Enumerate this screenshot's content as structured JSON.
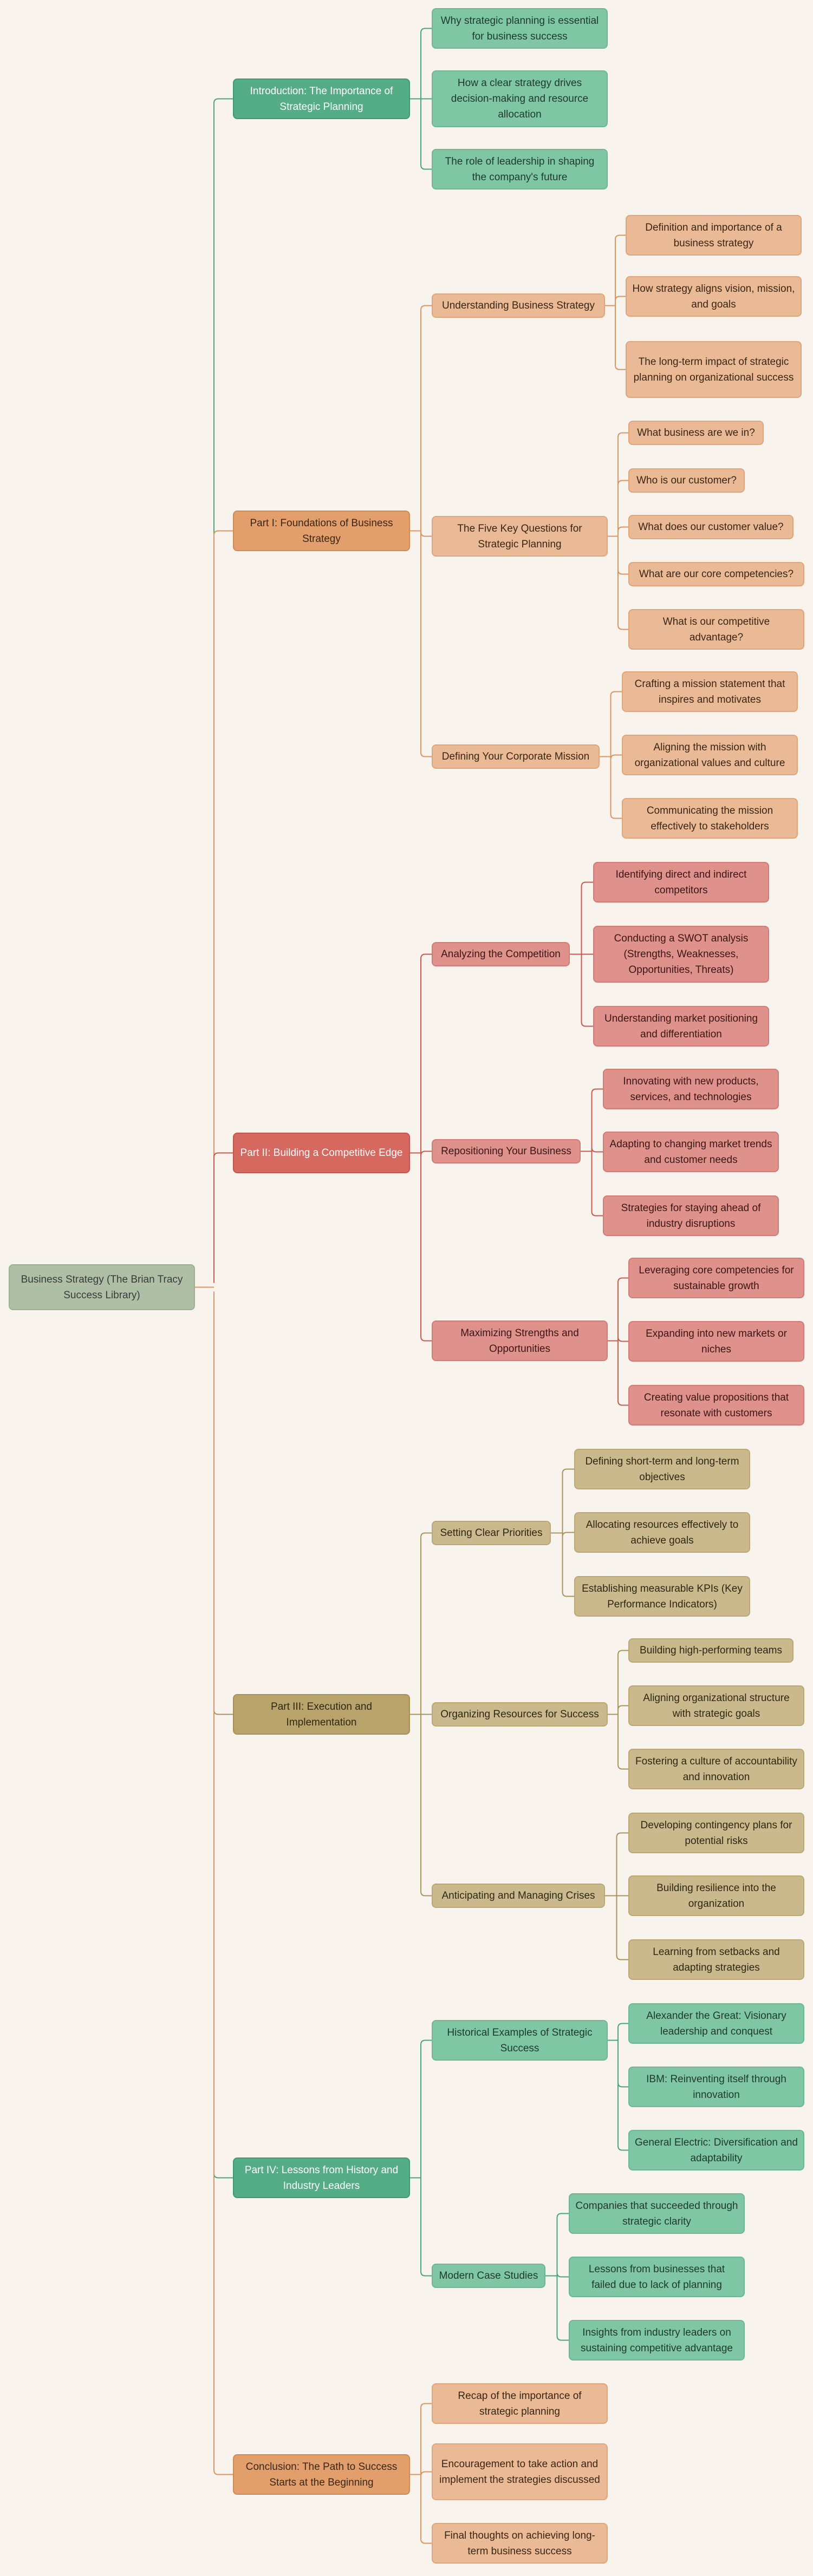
{
  "root": {
    "label": "Business Strategy (The Brian Tracy Success Library)"
  },
  "sections": [
    {
      "label": "Introduction: The Importance of Strategic Planning",
      "leaves": [
        "Why strategic planning is essential for business success",
        "How a clear strategy drives decision-making and resource allocation",
        "The role of leadership in shaping the company's future"
      ]
    },
    {
      "label": "Part I: Foundations of Business Strategy",
      "subs": [
        {
          "label": "Understanding Business Strategy",
          "leaves": [
            "Definition and importance of a business strategy",
            "How strategy aligns vision, mission, and goals",
            "The long-term impact of strategic planning on organizational success"
          ]
        },
        {
          "label": "The Five Key Questions for Strategic Planning",
          "leaves": [
            "What business are we in?",
            "Who is our customer?",
            "What does our customer value?",
            "What are our core competencies?",
            "What is our competitive advantage?"
          ]
        },
        {
          "label": "Defining Your Corporate Mission",
          "leaves": [
            "Crafting a mission statement that inspires and motivates",
            "Aligning the mission with organizational values and culture",
            "Communicating the mission effectively to stakeholders"
          ]
        }
      ]
    },
    {
      "label": "Part II: Building a Competitive Edge",
      "subs": [
        {
          "label": "Analyzing the Competition",
          "leaves": [
            "Identifying direct and indirect competitors",
            "Conducting a SWOT analysis (Strengths, Weaknesses, Opportunities, Threats)",
            "Understanding market positioning and differentiation"
          ]
        },
        {
          "label": "Repositioning Your Business",
          "leaves": [
            "Innovating with new products, services, and technologies",
            "Adapting to changing market trends and customer needs",
            "Strategies for staying ahead of industry disruptions"
          ]
        },
        {
          "label": "Maximizing Strengths and Opportunities",
          "leaves": [
            "Leveraging core competencies for sustainable growth",
            "Expanding into new markets or niches",
            "Creating value propositions that resonate with customers"
          ]
        }
      ]
    },
    {
      "label": "Part III: Execution and Implementation",
      "subs": [
        {
          "label": "Setting Clear Priorities",
          "leaves": [
            "Defining short-term and long-term objectives",
            "Allocating resources effectively to achieve goals",
            "Establishing measurable KPIs (Key Performance Indicators)"
          ]
        },
        {
          "label": "Organizing Resources for Success",
          "leaves": [
            "Building high-performing teams",
            "Aligning organizational structure with strategic goals",
            "Fostering a culture of accountability and innovation"
          ]
        },
        {
          "label": "Anticipating and Managing Crises",
          "leaves": [
            "Developing contingency plans for potential risks",
            "Building resilience into the organization",
            "Learning from setbacks and adapting strategies"
          ]
        }
      ]
    },
    {
      "label": "Part IV: Lessons from History and Industry Leaders",
      "subs": [
        {
          "label": "Historical Examples of Strategic Success",
          "leaves": [
            "Alexander the Great: Visionary leadership and conquest",
            "IBM: Reinventing itself through innovation",
            "General Electric: Diversification and adaptability"
          ]
        },
        {
          "label": "Modern Case Studies",
          "leaves": [
            "Companies that succeeded through strategic clarity",
            "Lessons from businesses that failed due to lack of planning",
            "Insights from industry leaders on sustaining competitive advantage"
          ]
        }
      ]
    },
    {
      "label": "Conclusion: The Path to Success Starts at the Beginning",
      "leaves": [
        "Recap of the importance of strategic planning",
        "Encouragement to take action and implement the strategies discussed",
        "Final thoughts on achieving long-term business success"
      ]
    }
  ],
  "colors": {
    "background": "#f8f3ec",
    "teal": "#54ad86",
    "orange": "#e29f6c",
    "red": "#d5695f",
    "olive": "#b8a46a"
  }
}
